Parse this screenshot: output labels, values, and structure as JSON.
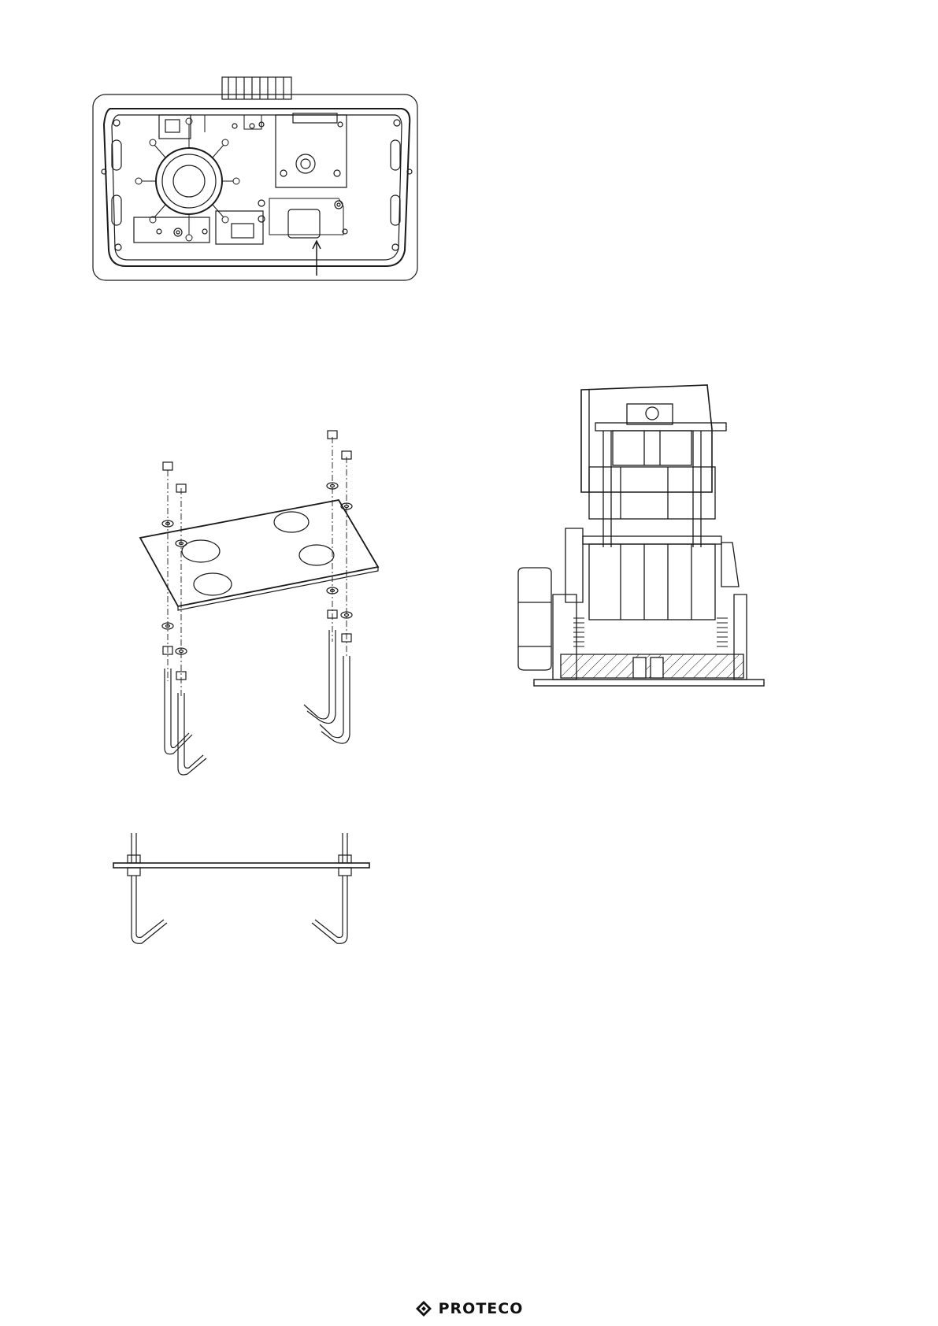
{
  "footer": {
    "brand_name": "PROTECO",
    "logo_icon": "proteco-diamond-logo-icon"
  },
  "figures": {
    "base_top_view": "motor-base-top-view",
    "anchor_plate_exploded": "anchor-plate-exploded-view",
    "anchor_plate_side": "anchor-plate-side-view",
    "gate_motor_cross_section": "gate-motor-cross-section"
  },
  "colors": {
    "line": "#1a1a1a",
    "background": "#ffffff"
  }
}
